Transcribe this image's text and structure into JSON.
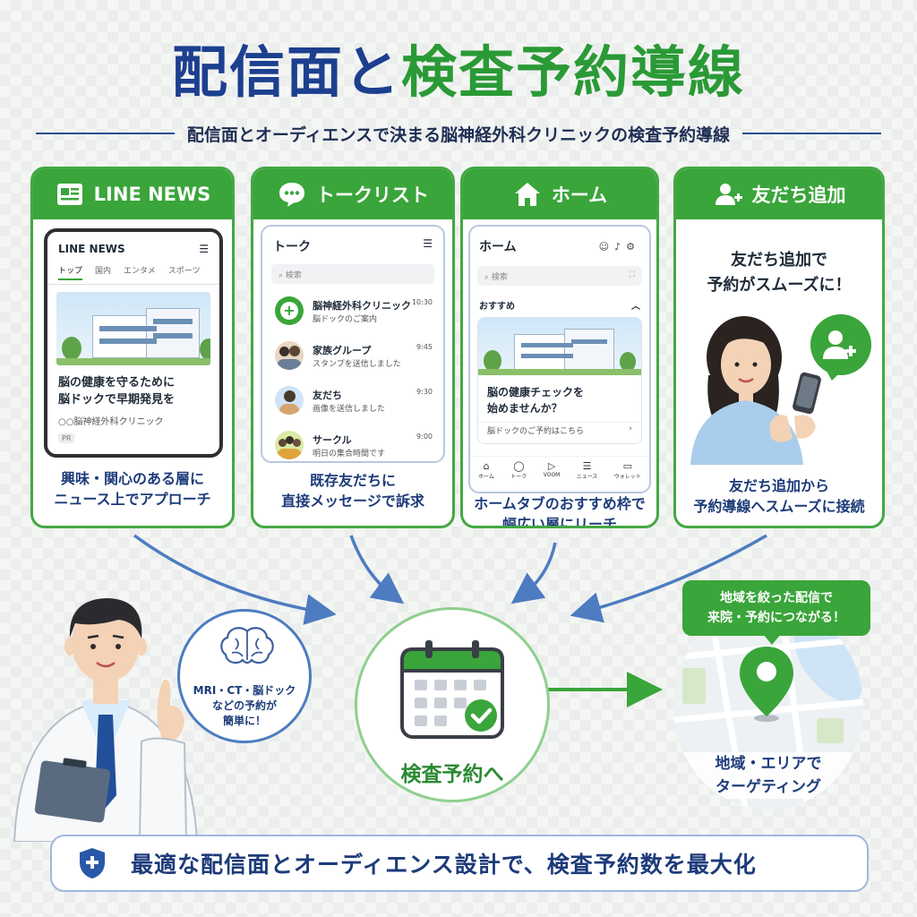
{
  "title": {
    "part1": "配信面と",
    "part2": "検査予約導線"
  },
  "subtitle": "配信面とオーディエンスで決まる脳神経外科クリニックの検査予約導線",
  "cards": {
    "news": {
      "header": "LINE NEWS",
      "app_title": "LINE NEWS",
      "tabs": [
        "トップ",
        "国内",
        "エンタメ",
        "スポーツ"
      ],
      "headline_1": "脳の健康を守るために",
      "headline_2": "脳ドックで早期発見を",
      "source": "○○脳神経外科クリニック",
      "pr": "PR",
      "caption_1": "興味・関心のある層に",
      "caption_2": "ニュース上でアプローチ"
    },
    "talk": {
      "header": "トークリスト",
      "app_title": "トーク",
      "search": "検索",
      "rows": [
        {
          "name": "脳神経外科クリニック",
          "msg": "脳ドックのご案内",
          "time": "10:30"
        },
        {
          "name": "家族グループ",
          "msg": "スタンプを送信しました",
          "time": "9:45"
        },
        {
          "name": "友だち",
          "msg": "画像を送信しました",
          "time": "9:30"
        },
        {
          "name": "サークル",
          "msg": "明日の集合時間です",
          "time": "9:00"
        }
      ],
      "caption_1": "既存友だちに",
      "caption_2": "直接メッセージで訴求"
    },
    "home": {
      "header": "ホーム",
      "app_title": "ホーム",
      "search": "検索",
      "section": "おすすめ",
      "promo_1": "脳の健康チェックを",
      "promo_2": "始めませんか？",
      "promo_link": "脳ドックのご予約はこちら",
      "nav": [
        "ホーム",
        "トーク",
        "VOOM",
        "ニュース",
        "ウォレット"
      ],
      "caption_1": "ホームタブのおすすめ枠で",
      "caption_2": "幅広い層にリーチ"
    },
    "friend": {
      "header": "友だち追加",
      "headline_1": "友だち追加で",
      "headline_2": "予約がスムーズに！",
      "caption_1": "友だち追加から",
      "caption_2": "予約導線へスムーズに接続"
    }
  },
  "doctor_bubble": {
    "line1": "MRI・CT・脳ドック",
    "line2": "などの予約が",
    "line3": "簡単に！"
  },
  "center": {
    "label": "検査予約へ"
  },
  "map": {
    "bubble_1": "地域を絞った配信で",
    "bubble_2": "来院・予約につながる！",
    "label_1": "地域・エリアで",
    "label_2": "ターゲティング"
  },
  "bottom": {
    "text": "最適な配信面とオーディエンス設計で、検査予約数を最大化"
  },
  "colors": {
    "green": "#3aa53a",
    "navy": "#1c3f8f",
    "arrow": "#4d7cc0"
  },
  "icons": [
    "news-icon",
    "chat-bubble-icon",
    "home-icon",
    "add-friend-icon",
    "calendar-check-icon",
    "map-pin-icon",
    "shield-plus-icon",
    "brain-icon"
  ]
}
